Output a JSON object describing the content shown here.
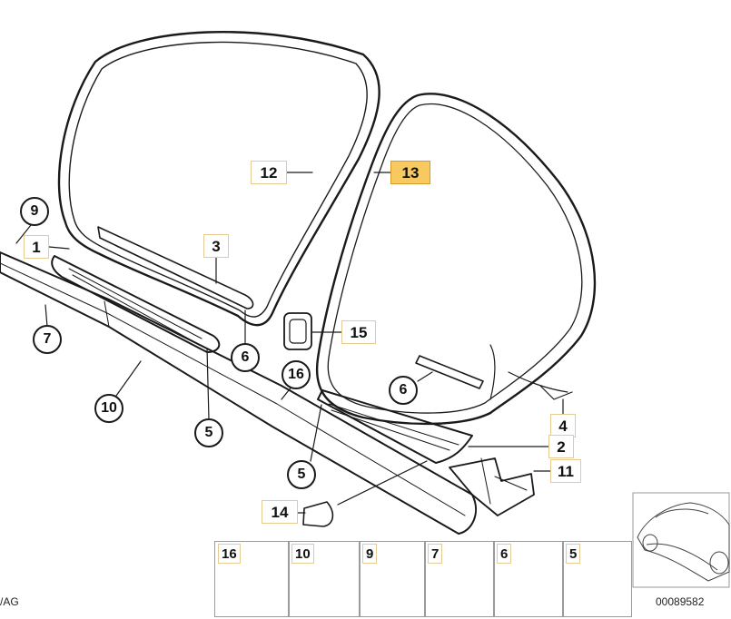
{
  "diagram": {
    "callouts": {
      "c1": "1",
      "c2": "2",
      "c3": "3",
      "c4": "4",
      "c5a": "5",
      "c5b": "5",
      "c6a": "6",
      "c6b": "6",
      "c7": "7",
      "c9": "9",
      "c10": "10",
      "c11": "11",
      "c12": "12",
      "c13": "13",
      "c14": "14",
      "c15": "15",
      "c16": "16"
    },
    "highlighted_callout": "13",
    "legend": [
      "16",
      "10",
      "9",
      "7",
      "6",
      "5"
    ]
  },
  "footer": {
    "left_text": "/AG",
    "drawing_number": "00089582"
  },
  "colors": {
    "line": "#1a1a1a",
    "label_border": "#e7c993",
    "highlight_fill": "#f7c95e"
  }
}
